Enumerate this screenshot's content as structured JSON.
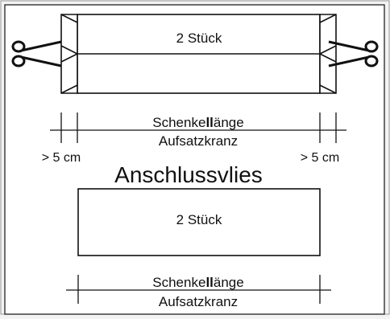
{
  "top_strip": {
    "count_label": "2 Stück"
  },
  "top_dimension": {
    "length_label_part1": "Schenke",
    "length_label_bold": "ll",
    "length_label_part2": "änge",
    "sub_label": "Aufsatzkranz",
    "overhang_left": "> 5 cm",
    "overhang_right": "> 5 cm"
  },
  "section_title": "Anschlussvlies",
  "bottom_panel": {
    "count_label": "2 Stück"
  },
  "bottom_dimension": {
    "length_label_part1": "Schenke",
    "length_label_bold": "ll",
    "length_label_part2": "änge",
    "sub_label": "Aufsatzkranz"
  },
  "icons": {
    "left": "scissors-icon",
    "right": "scissors-icon"
  },
  "colors": {
    "background": "#f3f3f3",
    "line": "#111111",
    "panel_fill": "#ffffff"
  }
}
